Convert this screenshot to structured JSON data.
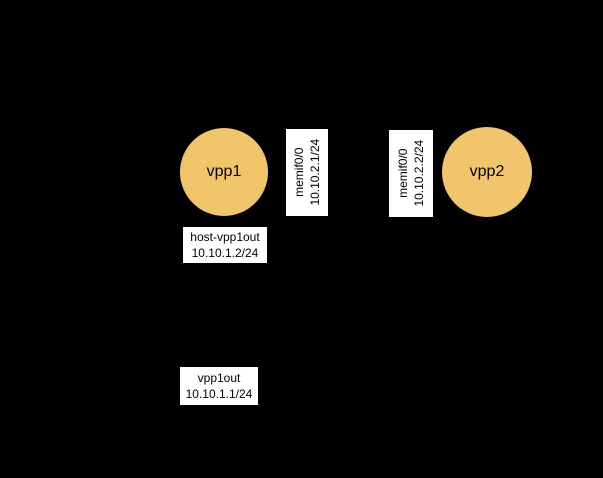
{
  "theme": {
    "background": "#000000",
    "node_fill": "#F1C56A",
    "label_bg": "#FFFFFF",
    "text_color": "#000000"
  },
  "diagram": {
    "type": "network-topology",
    "nodes": [
      {
        "id": "vpp1",
        "label": "vpp1",
        "shape": "circle"
      },
      {
        "id": "vpp2",
        "label": "vpp2",
        "shape": "circle"
      }
    ],
    "interface_labels": [
      {
        "id": "memif-vpp1",
        "line1": "memif0/0",
        "line2": "10.10.2.1/24",
        "orientation": "vertical"
      },
      {
        "id": "memif-vpp2",
        "line1": "memif0/0",
        "line2": "10.10.2.2/24",
        "orientation": "vertical"
      },
      {
        "id": "host-vpp1out",
        "line1": "host-vpp1out",
        "line2": "10.10.1.2/24",
        "orientation": "horizontal"
      },
      {
        "id": "vpp1out",
        "line1": "vpp1out",
        "line2": "10.10.1.1/24",
        "orientation": "horizontal"
      }
    ]
  }
}
